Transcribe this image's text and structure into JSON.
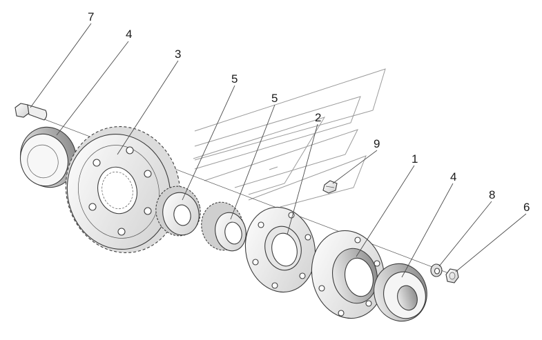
{
  "diagram": {
    "callouts": [
      "7",
      "4",
      "3",
      "5",
      "5",
      "2",
      "9",
      "1",
      "4",
      "8",
      "6"
    ]
  },
  "colors": {
    "line": "#3a3a3a",
    "part_fill": "#f4f4f4",
    "part_shade": "#d9d9d9",
    "part_dark": "#9e9e9e",
    "watermark": "#9a9a9a"
  }
}
